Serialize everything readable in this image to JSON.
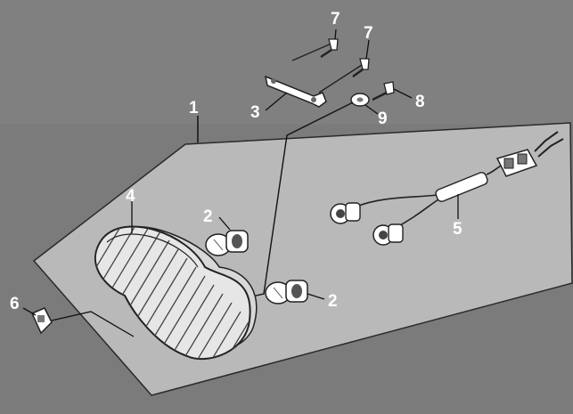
{
  "diagram": {
    "callouts": [
      {
        "key": "frame",
        "label": "1"
      },
      {
        "key": "bulb_upper",
        "label": "2"
      },
      {
        "key": "bulb_lower",
        "label": "2"
      },
      {
        "key": "bracket",
        "label": "3"
      },
      {
        "key": "lamp_lens",
        "label": "4"
      },
      {
        "key": "harness",
        "label": "5"
      },
      {
        "key": "clip_nut",
        "label": "6"
      },
      {
        "key": "screw_a",
        "label": "7"
      },
      {
        "key": "screw_b",
        "label": "7"
      },
      {
        "key": "bolt",
        "label": "8"
      },
      {
        "key": "washer",
        "label": "9"
      }
    ],
    "colors": {
      "background": "#7d7d7d",
      "panel": "#b9b9b9",
      "outline": "#1e1e1e",
      "label": "#ffffff"
    }
  }
}
